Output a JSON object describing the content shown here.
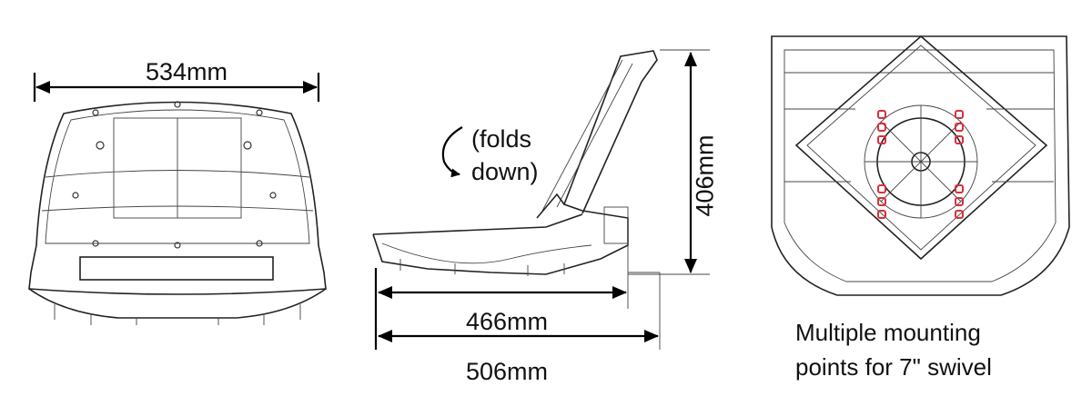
{
  "dimensions": {
    "width_front": "534mm",
    "height_side": "406mm",
    "depth_seat": "466mm",
    "depth_overall": "506mm"
  },
  "annotations": {
    "folds_line1": "(folds",
    "folds_line2": "down)",
    "mounting_line1": "Multiple mounting",
    "mounting_line2": "points for 7\" swivel"
  },
  "colors": {
    "line": "#222222",
    "mount_points": "#d9303a"
  }
}
